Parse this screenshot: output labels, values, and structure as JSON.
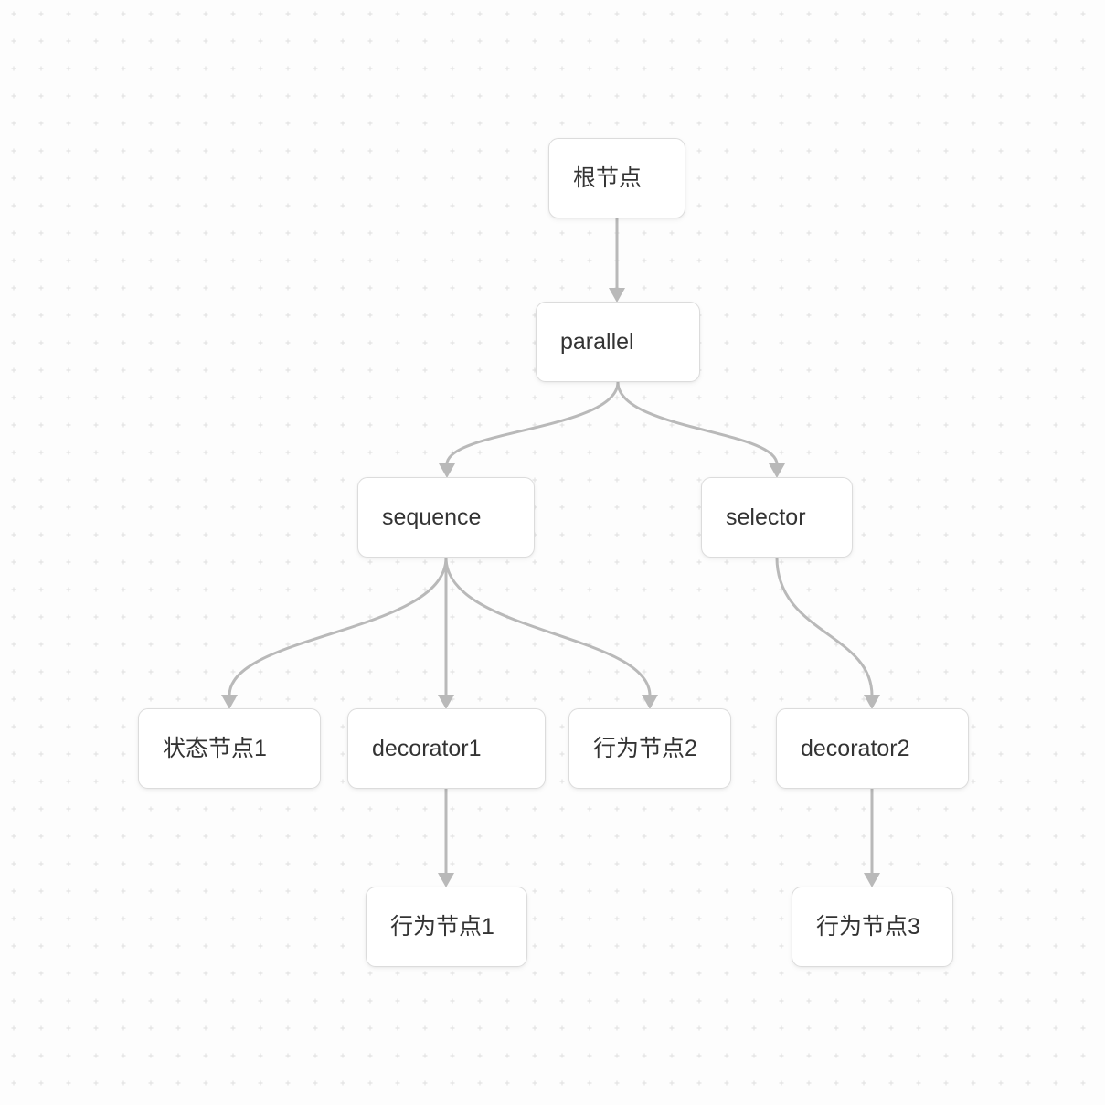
{
  "diagram": {
    "kind": "behavior-tree",
    "nodes": {
      "root": {
        "label": "根节点"
      },
      "parallel": {
        "label": "parallel"
      },
      "sequence": {
        "label": "sequence"
      },
      "selector": {
        "label": "selector"
      },
      "state1": {
        "label": "状态节点1"
      },
      "decorator1": {
        "label": "decorator1"
      },
      "action2": {
        "label": "行为节点2"
      },
      "decorator2": {
        "label": "decorator2"
      },
      "action1": {
        "label": "行为节点1"
      },
      "action3": {
        "label": "行为节点3"
      }
    },
    "edges": [
      {
        "from": "root",
        "to": "parallel"
      },
      {
        "from": "parallel",
        "to": "sequence"
      },
      {
        "from": "parallel",
        "to": "selector"
      },
      {
        "from": "sequence",
        "to": "state1"
      },
      {
        "from": "sequence",
        "to": "decorator1"
      },
      {
        "from": "sequence",
        "to": "action2"
      },
      {
        "from": "selector",
        "to": "decorator2"
      },
      {
        "from": "decorator1",
        "to": "action1"
      },
      {
        "from": "decorator2",
        "to": "action3"
      }
    ],
    "colors": {
      "edge": "#b9b9b9",
      "node_border": "#dcdcdc",
      "node_background": "#ffffff",
      "text": "#333333",
      "grid_dot": "#e3e3e3",
      "canvas_background": "#fdfdfd"
    }
  }
}
